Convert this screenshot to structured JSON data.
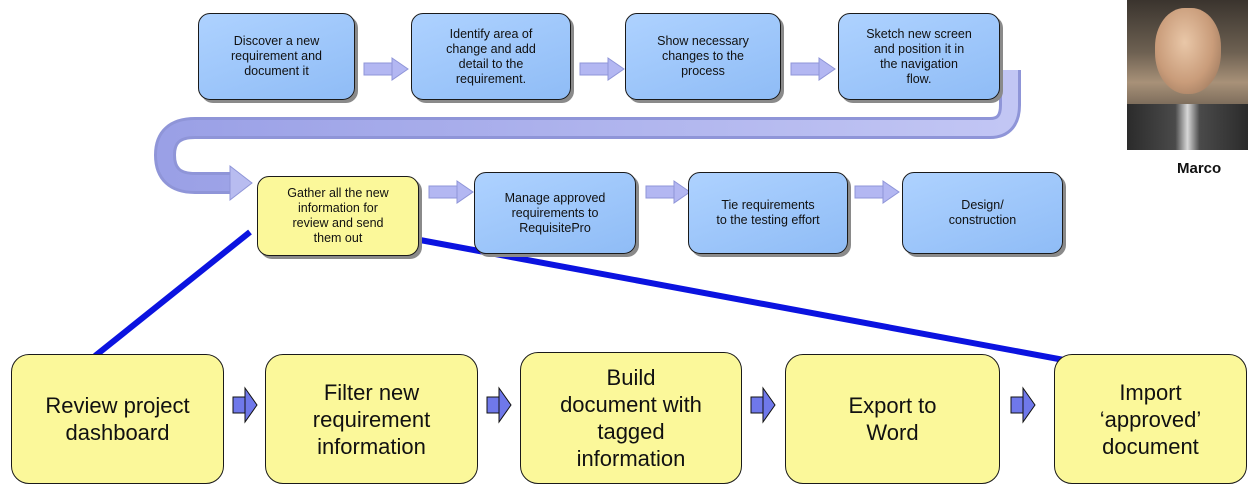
{
  "top_row": [
    "Discover a new\nrequirement and\ndocument it",
    "Identify area of\nchange and add\ndetail to the\nrequirement.",
    "Show necessary\nchanges to the\nprocess",
    "Sketch new screen\nand position it in\nthe navigation\nflow."
  ],
  "middle_row": [
    "Gather all the new\ninformation for\nreview and send\nthem out",
    "Manage approved\nrequirements to\nRequisitePro",
    "Tie  requirements\nto the testing effort",
    "Design/\nconstruction"
  ],
  "bottom_row": [
    "Review project\ndashboard",
    "Filter new\nrequirement\ninformation",
    "Build\ndocument with\ntagged\ninformation",
    "Export to\nWord",
    "Import\n‘approved’\ndocument"
  ],
  "person": {
    "name": "Marco"
  },
  "colors": {
    "blue_box": "#9cc6fb",
    "yellow_box": "#fbf89a",
    "arrow": "#a7a7ee",
    "connector": "#0b13e0"
  }
}
